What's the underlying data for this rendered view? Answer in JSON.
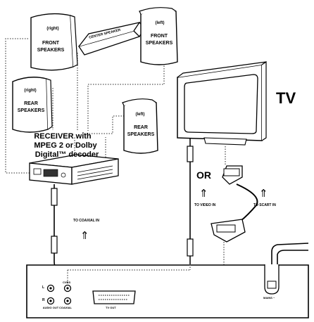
{
  "speakers": {
    "front_right": {
      "side": "(right)",
      "line1": "FRONT",
      "line2": "SPEAKERS"
    },
    "center": {
      "label": "CENTER SPEAKER"
    },
    "front_left": {
      "side": "(left)",
      "line1": "FRONT",
      "line2": "SPEAKERS"
    },
    "rear_right": {
      "side": "(right)",
      "line1": "REAR",
      "line2": "SPEAKERS"
    },
    "rear_left": {
      "side": "(left)",
      "line1": "REAR",
      "line2": "SPEAKERS"
    }
  },
  "receiver": {
    "line1": "RECEIVER with",
    "line2": "MPEG 2 or Dolby",
    "line3": "Digital™ decoder"
  },
  "tv": {
    "label": "TV"
  },
  "or_label": "OR",
  "connections": {
    "coaxial_in": "TO COAXIAL IN",
    "video_in": "TO VIDEO IN",
    "scart_in": "TO SCART IN"
  },
  "player_panel": {
    "l": "L",
    "r": "R",
    "audio_out": "AUDIO OUT",
    "cvbs": "CVBS",
    "coaxial": "COAXIAL",
    "tv_out": "TV OUT",
    "mains": "MAINS ~"
  },
  "arrow_glyph": "⇑"
}
